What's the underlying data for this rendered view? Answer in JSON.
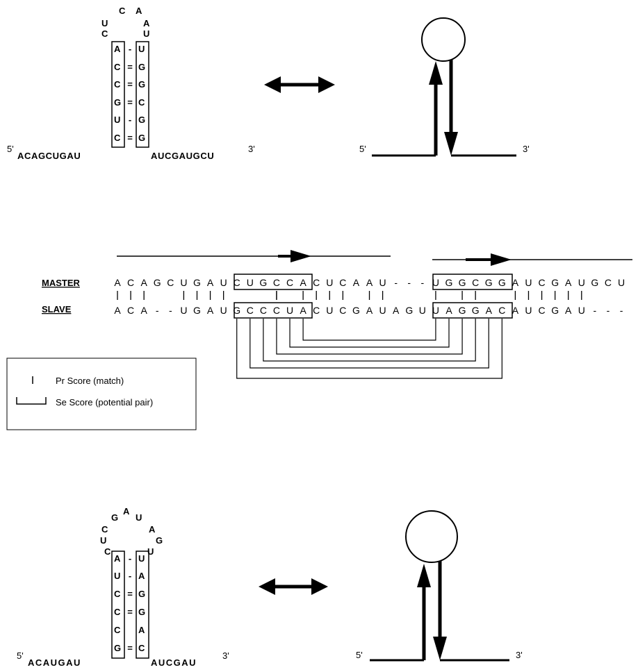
{
  "top_hairpin": {
    "loop": [
      "U",
      "C",
      "A",
      "A",
      "U",
      "C"
    ],
    "left_stem": [
      "A",
      "C",
      "C",
      "G",
      "U",
      "C"
    ],
    "right_stem": [
      "U",
      "G",
      "G",
      "C",
      "G",
      "G"
    ],
    "pair_symbols": [
      "-",
      "=",
      "=",
      "=",
      "-",
      "="
    ],
    "prime5": "5'",
    "left_tail": "ACAGCUGAU",
    "right_tail": "AUCGAUGCU",
    "prime3": "3'"
  },
  "bottom_hairpin": {
    "loop": [
      "G",
      "A",
      "U",
      "C",
      "A",
      "U",
      "G",
      "C",
      "U"
    ],
    "left_stem": [
      "A",
      "U",
      "C",
      "C",
      "C",
      "G"
    ],
    "right_stem": [
      "U",
      "A",
      "G",
      "G",
      "A",
      "C"
    ],
    "pair_symbols": [
      "-",
      "-",
      "=",
      "=",
      "",
      "="
    ],
    "prime5": "5'",
    "left_tail": "ACAUGAU",
    "right_tail": "AUCGAU",
    "prime3": "3'"
  },
  "schematic_top": {
    "prime5": "5'",
    "prime3": "3'"
  },
  "schematic_bottom": {
    "prime5": "5'",
    "prime3": "3'"
  },
  "alignment": {
    "master_label": "MASTER",
    "slave_label": "SLAVE",
    "master": [
      "A",
      "C",
      "A",
      "G",
      "C",
      "U",
      "G",
      "A",
      "U",
      "C",
      "U",
      "G",
      "C",
      "C",
      "A",
      "C",
      "U",
      "C",
      "A",
      "A",
      "U",
      "-",
      "-",
      "-",
      "U",
      "G",
      "G",
      "C",
      "G",
      "G",
      "A",
      "U",
      "C",
      "G",
      "A",
      "U",
      "G",
      "C",
      "U"
    ],
    "slave": [
      "A",
      "C",
      "A",
      "-",
      "-",
      "U",
      "G",
      "A",
      "U",
      "G",
      "C",
      "C",
      "C",
      "U",
      "A",
      "C",
      "U",
      "C",
      "G",
      "A",
      "U",
      "A",
      "G",
      "U",
      "U",
      "A",
      "G",
      "G",
      "A",
      "C",
      "A",
      "U",
      "C",
      "G",
      "A",
      "U",
      "-",
      "-",
      "-"
    ]
  },
  "legend": {
    "match_label": "Pr  Score (match)",
    "pair_label": "Se Score (potential pair)"
  }
}
